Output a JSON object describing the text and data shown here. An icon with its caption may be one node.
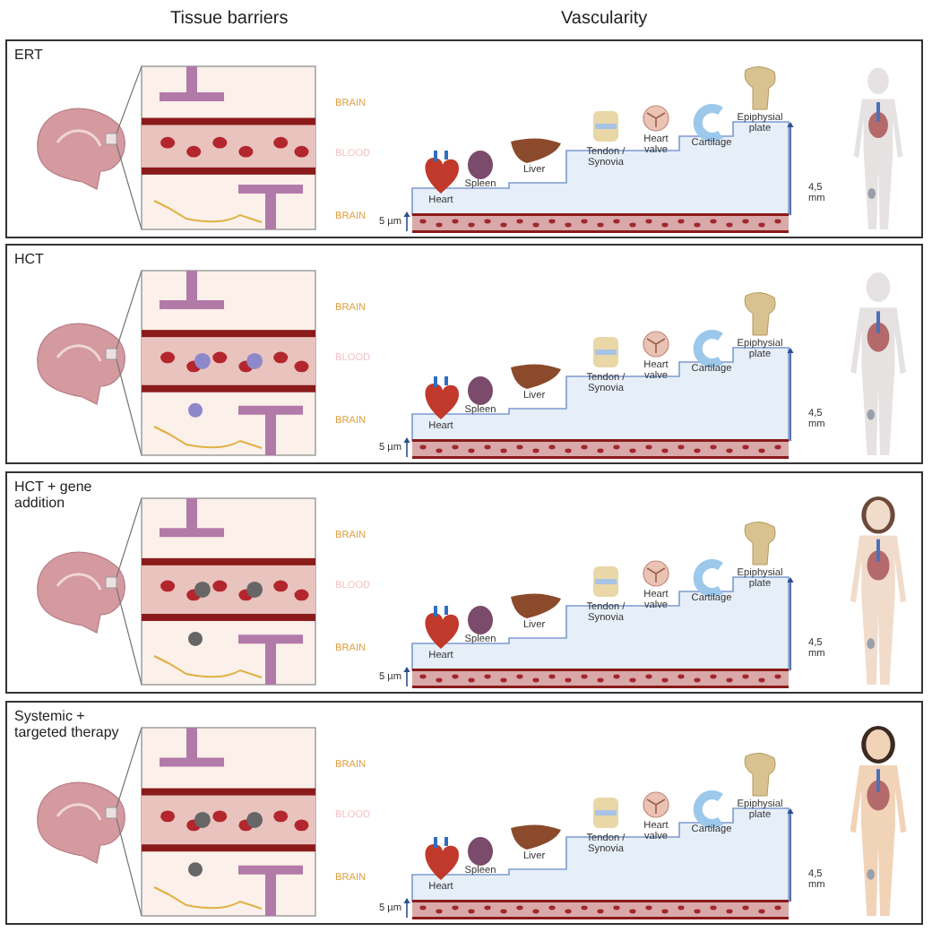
{
  "diagram": {
    "nodes": [
      {
        "text": [
          "ERT"
        ]
      },
      {
        "text": [
          "HCT"
        ]
      },
      {
        "text": [
          "HCT + gene addition"
        ]
      },
      {
        "text": [
          "Systemic + targeted therapy"
        ]
      }
    ],
    "labels": [
      "Tissue barriers",
      "Vascularity",
      "BRAIN",
      "BLOOD",
      "BRAIN",
      "Heart",
      "Spleen",
      "Liver",
      "Tendon / Synovia",
      "Heart valve",
      "Cartilage",
      "Epiphysial plate",
      "5 µm",
      "4,5 mm",
      "BRAIN",
      "BLOOD",
      "BRAIN",
      "Heart",
      "Spleen",
      "Liver",
      "Tendon / Synovia",
      "Heart valve",
      "Cartilage",
      "Epiphysial plate",
      "5 µm",
      "4,5 mm",
      "BRAIN",
      "BLOOD",
      "BRAIN",
      "Heart",
      "Spleen",
      "Liver",
      "Tendon / Synovia",
      "Heart valve",
      "Cartilage",
      "Epiphysial plate",
      "5 µm",
      "4,5 mm",
      "BRAIN",
      "BLOOD",
      "BRAIN",
      "Heart",
      "Spleen",
      "Liver",
      "Tendon / Synovia",
      "Heart valve",
      "Cartilage",
      "Epiphysial plate",
      "5 µm",
      "4,5 mm"
    ]
  }
}
